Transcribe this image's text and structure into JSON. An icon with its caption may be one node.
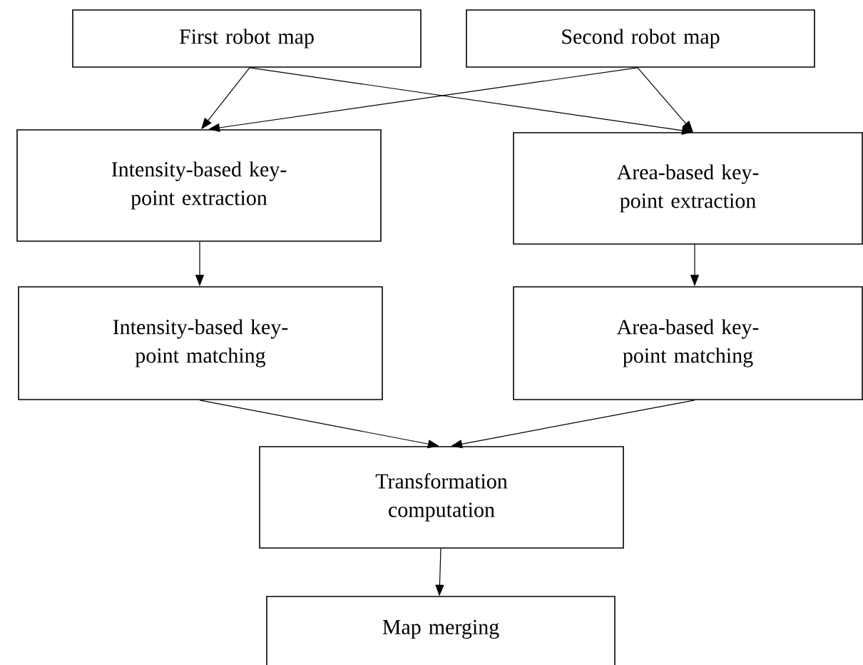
{
  "diagram": {
    "nodes": [
      {
        "text": [
          "First robot map"
        ]
      },
      {
        "text": [
          "Second robot map"
        ]
      },
      {
        "text": [
          "Intensity-based key-point extraction"
        ]
      },
      {
        "text": [
          "Area-based key-point extraction"
        ]
      },
      {
        "text": [
          "Intensity-based key-point matching"
        ]
      },
      {
        "text": [
          "Area-based key-point matching"
        ]
      },
      {
        "text": [
          "Transformation computation"
        ]
      },
      {
        "text": [
          "Map merging"
        ]
      }
    ],
    "edges": [
      {
        "from": 0,
        "to": 2,
        "arrow": "to"
      },
      {
        "from": 0,
        "to": 3,
        "arrow": "to"
      },
      {
        "from": 1,
        "to": 2,
        "arrow": "to"
      },
      {
        "from": 1,
        "to": 3,
        "arrow": "to"
      },
      {
        "from": 2,
        "to": 4,
        "arrow": "to"
      },
      {
        "from": 3,
        "to": 5,
        "arrow": "to"
      },
      {
        "from": 4,
        "to": 6,
        "arrow": "to"
      },
      {
        "from": 5,
        "to": 6,
        "arrow": "to"
      },
      {
        "from": 6,
        "to": 7,
        "arrow": "to"
      }
    ]
  }
}
